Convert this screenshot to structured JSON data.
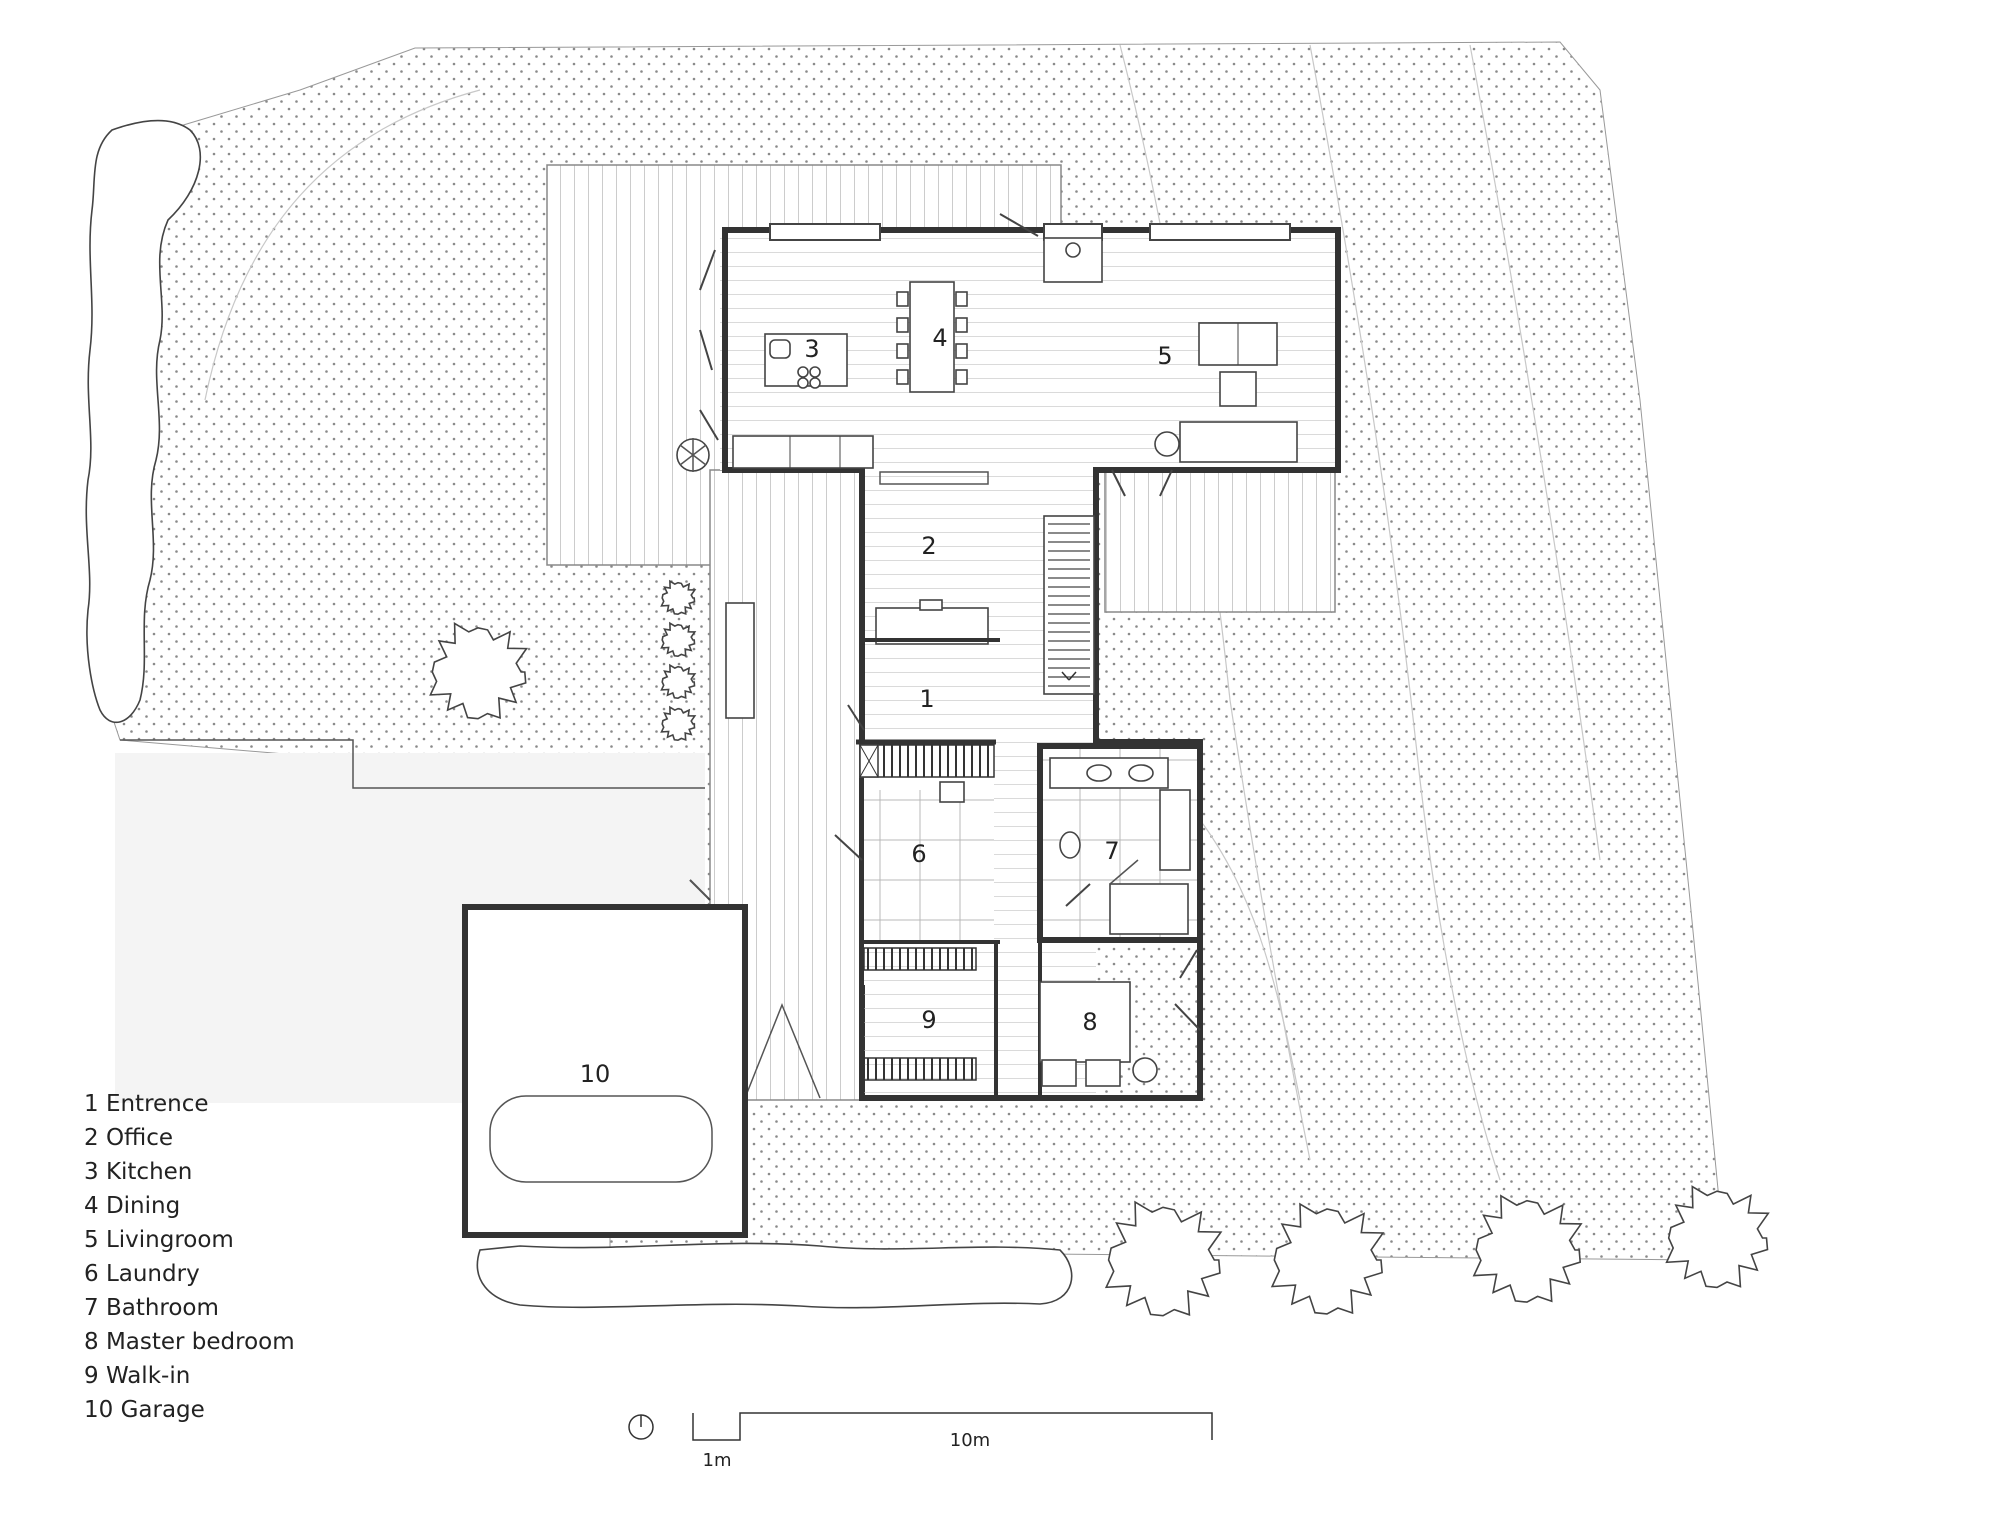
{
  "rooms": [
    {
      "num": "1",
      "name": "Entrence"
    },
    {
      "num": "2",
      "name": "Office"
    },
    {
      "num": "3",
      "name": "Kitchen"
    },
    {
      "num": "4",
      "name": "Dining"
    },
    {
      "num": "5",
      "name": "Livingroom"
    },
    {
      "num": "6",
      "name": "Laundry"
    },
    {
      "num": "7",
      "name": "Bathroom"
    },
    {
      "num": "8",
      "name": "Master bedroom"
    },
    {
      "num": "9",
      "name": "Walk-in"
    },
    {
      "num": "10",
      "name": "Garage"
    }
  ],
  "legend": [
    "1 Entrence",
    "2 Office",
    "3 Kitchen",
    "4 Dining",
    "5 Livingroom",
    "6 Laundry",
    "7 Bathroom",
    "8 Master bedroom",
    "9 Walk-in",
    "10 Garage"
  ],
  "scale": {
    "small_label": "1m",
    "large_label": "10m"
  },
  "icons": {
    "north": "north-arrow-icon",
    "tree": "tree-icon",
    "car": "car-icon"
  },
  "colors": {
    "line": "#333333",
    "dots": "#8a8a8a",
    "background": "#ffffff"
  }
}
